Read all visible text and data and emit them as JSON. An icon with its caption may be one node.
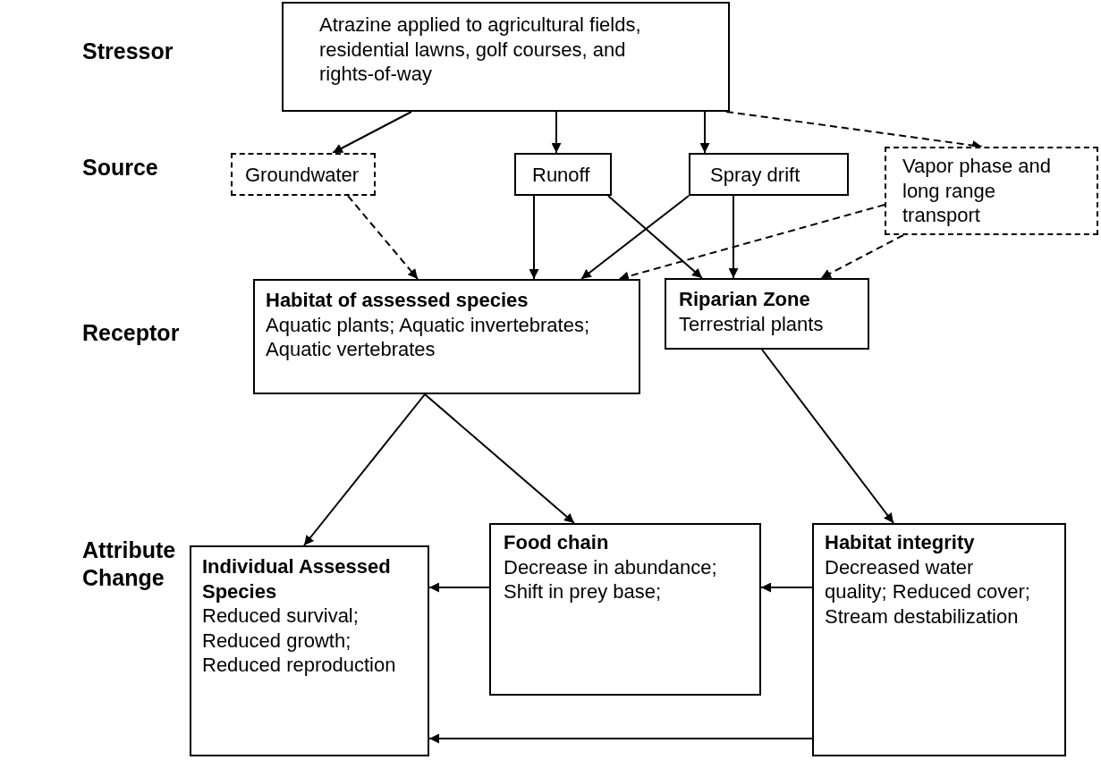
{
  "diagram": {
    "nodes": [
      {
        "text": [
          "Atrazine applied to agricultural fields, residential lawns, golf courses, and rights-of-way"
        ]
      },
      {
        "text": [
          "Groundwater"
        ]
      },
      {
        "text": [
          "Runoff"
        ]
      },
      {
        "text": [
          "Spray drift"
        ]
      },
      {
        "text": [
          "Vapor phase and long range transport"
        ]
      },
      {
        "text": [
          "Habitat of assessed species",
          "Aquatic plants; Aquatic invertebrates; Aquatic vertebrates"
        ]
      },
      {
        "text": [
          "Riparian Zone",
          "Terrestrial plants"
        ]
      },
      {
        "text": [
          "Individual Assessed Species",
          "Reduced survival; Reduced growth; Reduced reproduction"
        ]
      },
      {
        "text": [
          "Food chain",
          "Decrease in abundance; Shift in prey base;"
        ]
      },
      {
        "text": [
          "Habitat integrity",
          "Decreased water quality; Reduced cover; Stream destabilization"
        ]
      }
    ],
    "edges": [
      {
        "from": 0,
        "to": 1,
        "arrow": "to"
      },
      {
        "from": 0,
        "to": 2,
        "arrow": "to"
      },
      {
        "from": 0,
        "to": 3,
        "arrow": "to"
      },
      {
        "from": 0,
        "to": 4,
        "arrow": "to",
        "style": "dashed"
      },
      {
        "from": 1,
        "to": 5,
        "arrow": "to",
        "style": "dashed"
      },
      {
        "from": 2,
        "to": 5,
        "arrow": "to"
      },
      {
        "from": 2,
        "to": 6,
        "arrow": "to"
      },
      {
        "from": 3,
        "to": 5,
        "arrow": "to"
      },
      {
        "from": 3,
        "to": 6,
        "arrow": "to"
      },
      {
        "from": 4,
        "to": 5,
        "arrow": "to",
        "style": "dashed"
      },
      {
        "from": 4,
        "to": 6,
        "arrow": "to",
        "style": "dashed"
      },
      {
        "from": 5,
        "to": 7,
        "arrow": "to"
      },
      {
        "from": 5,
        "to": 8,
        "arrow": "to"
      },
      {
        "from": 6,
        "to": 9,
        "arrow": "to"
      },
      {
        "from": 8,
        "to": 7,
        "arrow": "to"
      },
      {
        "from": 9,
        "to": 8,
        "arrow": "to"
      },
      {
        "from": 9,
        "to": 7,
        "arrow": "to"
      }
    ],
    "labels": [
      "Stressor",
      "Source",
      "Receptor",
      "Attribute Change"
    ]
  }
}
